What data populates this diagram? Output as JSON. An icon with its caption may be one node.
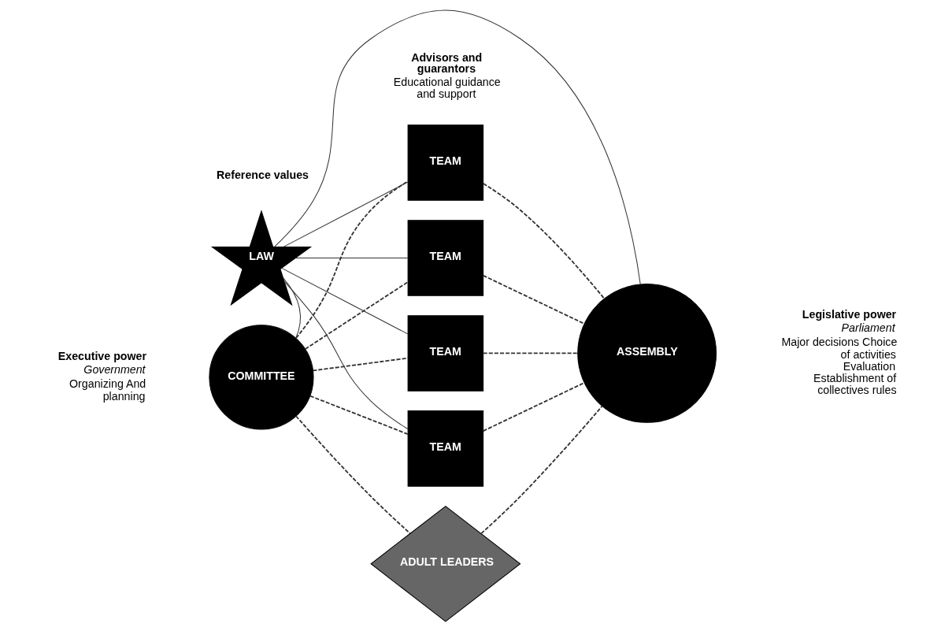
{
  "diagram": {
    "nodes": [
      {
        "text": [
          "LAW"
        ],
        "beside": [
          "Reference values"
        ]
      },
      {
        "text": [
          "TEAM"
        ]
      },
      {
        "text": [
          "TEAM"
        ]
      },
      {
        "text": [
          "TEAM"
        ]
      },
      {
        "text": [
          "TEAM"
        ]
      },
      {
        "text": [
          "COMMITTEE"
        ],
        "beside": [
          "Executive power",
          "Government",
          "Organizing And planning"
        ]
      },
      {
        "text": [
          "ASSEMBLY"
        ],
        "beside": [
          "Legislative power",
          "Parliament",
          "Major decisions Choice of activities Evaluation Establishment of collectives rules"
        ]
      },
      {
        "text": [
          "ADULT LEADERS"
        ],
        "beside": [
          "Advisors and guarantors",
          "Educational guidance and support"
        ]
      }
    ],
    "edges": [
      {
        "from": 0,
        "to": 5,
        "arrow": "none"
      },
      {
        "from": 0,
        "to": 6,
        "arrow": "none"
      },
      {
        "from": 0,
        "to": 1,
        "arrow": "none"
      },
      {
        "from": 0,
        "to": 2,
        "arrow": "none"
      },
      {
        "from": 0,
        "to": 3,
        "arrow": "none"
      },
      {
        "from": 0,
        "to": 4,
        "arrow": "none"
      },
      {
        "from": 5,
        "to": 1,
        "arrow": "none",
        "style": "dashed"
      },
      {
        "from": 5,
        "to": 2,
        "arrow": "none",
        "style": "dashed"
      },
      {
        "from": 5,
        "to": 3,
        "arrow": "none",
        "style": "dashed"
      },
      {
        "from": 5,
        "to": 4,
        "arrow": "none",
        "style": "dashed"
      },
      {
        "from": 1,
        "to": 6,
        "arrow": "none",
        "style": "dashed"
      },
      {
        "from": 2,
        "to": 6,
        "arrow": "none",
        "style": "dashed"
      },
      {
        "from": 3,
        "to": 6,
        "arrow": "none",
        "style": "dashed"
      },
      {
        "from": 4,
        "to": 6,
        "arrow": "none",
        "style": "dashed"
      },
      {
        "from": 5,
        "to": 7,
        "arrow": "none",
        "style": "dashed"
      },
      {
        "from": 7,
        "to": 6,
        "arrow": "none",
        "style": "dashed"
      }
    ]
  }
}
